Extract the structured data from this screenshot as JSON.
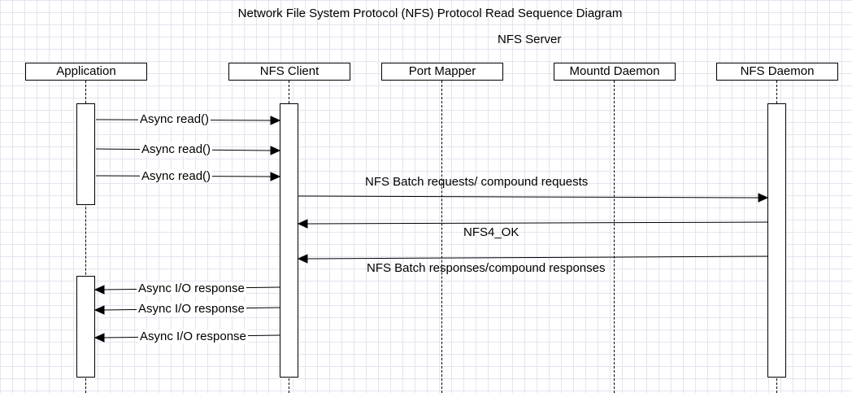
{
  "diagram": {
    "title": "Network File System Protocol (NFS) Protocol Read Sequence Diagram",
    "group_label": "NFS Server",
    "participants": [
      "Application",
      "NFS Client",
      "Port Mapper",
      "Mountd Daemon",
      "NFS Daemon"
    ],
    "messages": [
      {
        "from": "Application",
        "to": "NFS Client",
        "label": "Async read()"
      },
      {
        "from": "Application",
        "to": "NFS Client",
        "label": "Async read()"
      },
      {
        "from": "Application",
        "to": "NFS Client",
        "label": "Async read()"
      },
      {
        "from": "NFS Client",
        "to": "NFS Daemon",
        "label": "NFS Batch requests/ compound requests"
      },
      {
        "from": "NFS Daemon",
        "to": "NFS Client",
        "label": "NFS4_OK"
      },
      {
        "from": "NFS Daemon",
        "to": "NFS Client",
        "label": "NFS Batch responses/compound responses"
      },
      {
        "from": "NFS Client",
        "to": "Application",
        "label": "Async I/O response"
      },
      {
        "from": "NFS Client",
        "to": "Application",
        "label": "Async I/O response"
      },
      {
        "from": "NFS Client",
        "to": "Application",
        "label": "Async I/O response"
      }
    ]
  },
  "colors": {
    "line": "#000000",
    "grid": "#e4e4f0",
    "background": "#ffffff"
  }
}
